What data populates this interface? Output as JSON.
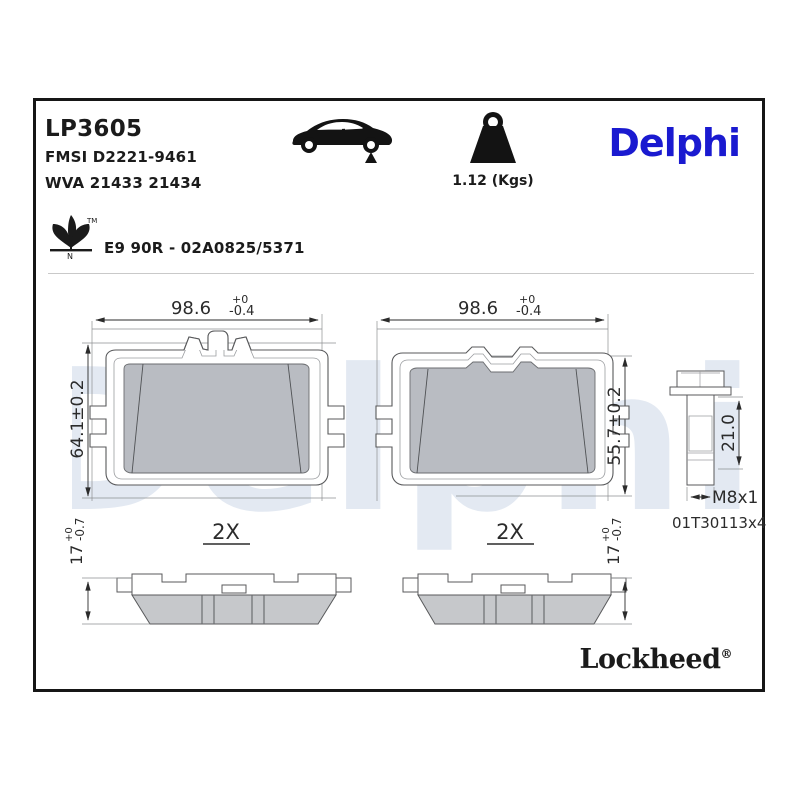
{
  "header": {
    "part_number": "LP3605",
    "fmsi": "FMSI D2221-9461",
    "wva": "WVA 21433 21434",
    "car_icon": "car-rear-axle-icon",
    "weight": {
      "icon": "weight-icon",
      "label": "1.12 (Kgs)"
    },
    "brand": {
      "name": "Delphi",
      "color": "#1a1ad0"
    }
  },
  "certification": {
    "leaf_icon": "eco-leaf-icon",
    "leaf_mark": "N",
    "trademark": "™",
    "text": "E9 90R - 02A0825/5371"
  },
  "drawing": {
    "pads": [
      {
        "name": "left-pad-front-view",
        "width_dim": {
          "value": "98.6",
          "tol_upper": "+0",
          "tol_lower": "-0.4"
        },
        "height_dim": "64.1±0.2",
        "side_view_label": "2X",
        "thickness_dim": {
          "value": "17",
          "tol_upper": "+0",
          "tol_lower": "-0.7"
        }
      },
      {
        "name": "right-pad-front-view",
        "width_dim": {
          "value": "98.6",
          "tol_upper": "+0",
          "tol_lower": "-0.4"
        },
        "height_dim": "55.7±0.2",
        "side_view_label": "2X",
        "thickness_dim": {
          "value": "17",
          "tol_upper": "+0",
          "tol_lower": "-0.7"
        }
      }
    ],
    "accessory": {
      "name": "bolt-detail",
      "length_dim": "21.0",
      "thread_dim": "M8x1",
      "part_code": "01T30113x4"
    }
  },
  "footer": {
    "logo": "Lockheed",
    "registered_mark": "®"
  },
  "watermark": {
    "text": "Delphi",
    "color": "#e3e9f2"
  }
}
